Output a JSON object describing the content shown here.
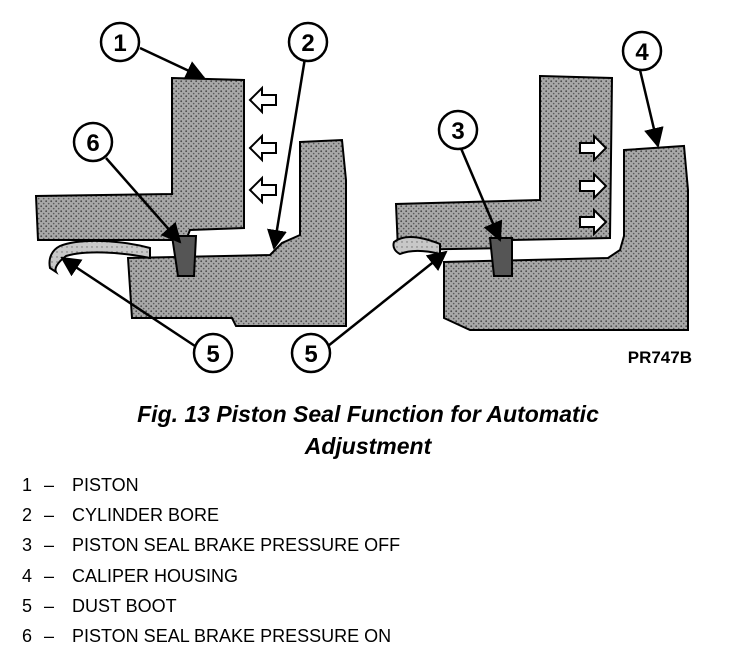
{
  "figure": {
    "callouts": [
      {
        "number": "1"
      },
      {
        "number": "2"
      },
      {
        "number": "6"
      },
      {
        "number": "5"
      },
      {
        "number": "5"
      },
      {
        "number": "3"
      },
      {
        "number": "4"
      }
    ],
    "figure_code": "PR747B"
  },
  "caption": {
    "line1": "Fig. 13 Piston Seal Function for Automatic",
    "line2": "Adjustment"
  },
  "legend": [
    {
      "num": "1",
      "dash": "–",
      "text": "PISTON"
    },
    {
      "num": "2",
      "dash": "–",
      "text": "CYLINDER BORE"
    },
    {
      "num": "3",
      "dash": "–",
      "text": "PISTON SEAL BRAKE PRESSURE OFF"
    },
    {
      "num": "4",
      "dash": "–",
      "text": "CALIPER HOUSING"
    },
    {
      "num": "5",
      "dash": "–",
      "text": "DUST BOOT"
    },
    {
      "num": "6",
      "dash": "–",
      "text": "PISTON SEAL BRAKE PRESSURE ON"
    }
  ]
}
